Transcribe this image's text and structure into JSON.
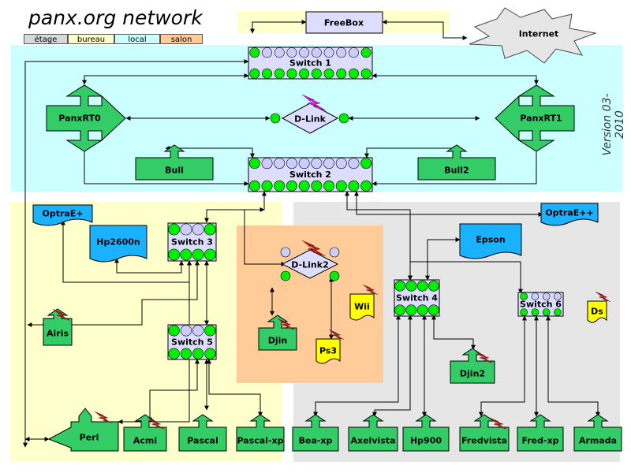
{
  "title": "panx.org network",
  "legend": [
    {
      "label": "étage",
      "color": "#d8d8d8"
    },
    {
      "label": "bureau",
      "color": "#ffffcc"
    },
    {
      "label": "local",
      "color": "#ccffff"
    },
    {
      "label": "salon",
      "color": "#ffcc99"
    }
  ],
  "version": "Version 03-2010",
  "colors": {
    "local": "#ccffff",
    "bureau": "#ffffcc",
    "etage": "#e6e6e6",
    "salon": "#ffcc99",
    "device": "#33cc66",
    "printer": "#1ab2ff",
    "yellow_device": "#ffff00",
    "switch_fill": "#ddddff",
    "port_green": "#00ee00",
    "port_lilac": "#ccccff",
    "wifi": "#dd0000",
    "wifi_dlink": "#ee00ee"
  },
  "nodes": {
    "freebox": "FreeBox",
    "internet": "Internet",
    "switch1": "Switch 1",
    "switch2": "Switch 2",
    "switch3": "Switch 3",
    "switch4": "Switch 4",
    "switch5": "Switch 5",
    "switch6": "Switch 6",
    "dlink": "D-Link",
    "dlink2": "D-Link2",
    "panxrt0": "PanxRT0",
    "panxrt1": "PanxRT1",
    "bull": "Bull",
    "bull2": "Bull2",
    "optrae_plus": "OptraE+",
    "optrae_pp": "OptraE++",
    "hp2600n": "Hp2600n",
    "epson": "Epson",
    "airis": "Airis",
    "djin": "Djin",
    "djin2": "Djin2",
    "ps3": "Ps3",
    "wii": "Wii",
    "ds": "Ds",
    "perl": "Perl",
    "acmi": "Acmi",
    "pascal": "Pascal",
    "pascal_xp": "Pascal-xp",
    "bea_xp": "Bea-xp",
    "axelvista": "Axelvista",
    "hp900": "Hp900",
    "fredvista": "Fredvista",
    "fred_xp": "Fred-xp",
    "armada": "Armada"
  }
}
